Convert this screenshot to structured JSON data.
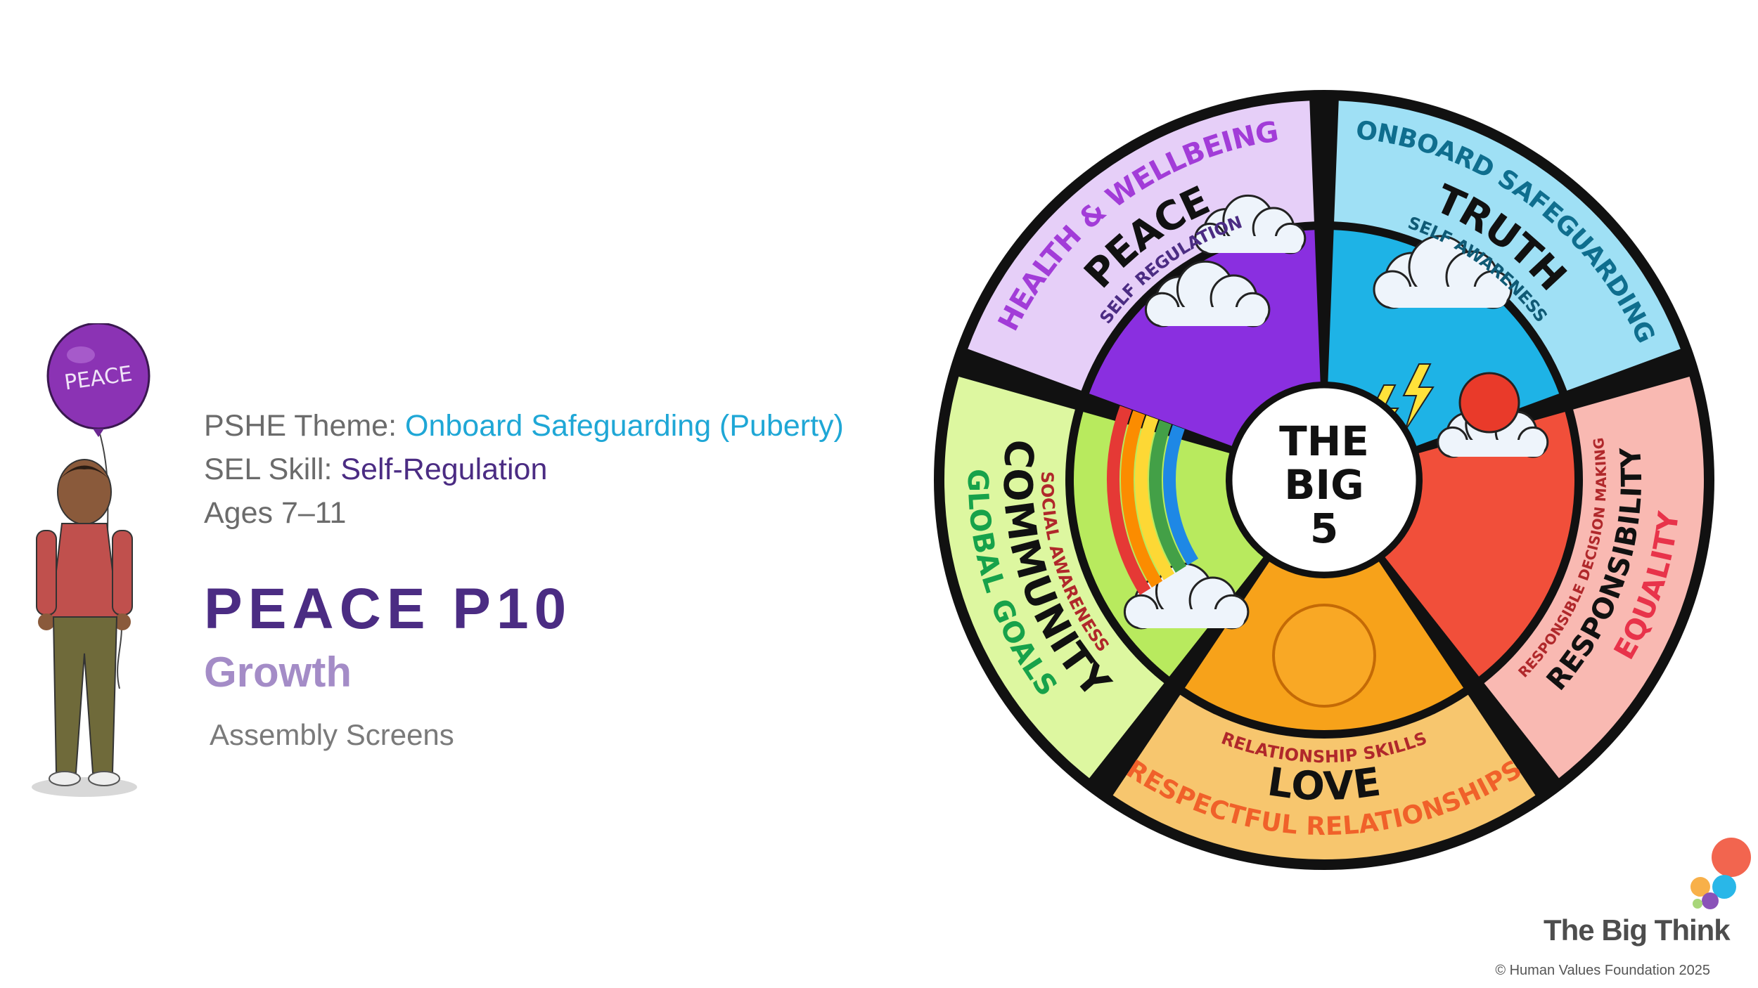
{
  "balloon_text": "PEACE",
  "meta": {
    "theme_label": "PSHE Theme: ",
    "theme_value": "Onboard Safeguarding (Puberty)",
    "skill_label": "SEL Skill: ",
    "skill_value": "Self-Regulation",
    "ages": "Ages 7–11"
  },
  "title": "PEACE P10",
  "subtitle": "Growth",
  "assembly": "Assembly Screens",
  "wheel": {
    "center": [
      "THE",
      "BIG",
      "5"
    ],
    "segments": [
      {
        "value": "PEACE",
        "theme": "HEALTH & WELLBEING",
        "skill": "SELF REGULATION",
        "color": "#e6cff8",
        "accent": "#a23cd8"
      },
      {
        "value": "TRUTH",
        "theme": "ONBOARD SAFEGUARDING",
        "skill": "SELF AWARENESS",
        "color": "#9fe0f5",
        "accent": "#0f6e8e"
      },
      {
        "value": "RESPONSIBILITY",
        "theme": "EQUALITY",
        "skill": "RESPONSIBLE DECISION MAKING",
        "color": "#f9b9b2",
        "accent": "#e8334a"
      },
      {
        "value": "LOVE",
        "theme": "RESPECTFUL RELATIONSHIPS",
        "skill": "RELATIONSHIP SKILLS",
        "color": "#f7c66e",
        "accent": "#f0612a"
      },
      {
        "value": "COMMUNITY",
        "theme": "GLOBAL GOALS",
        "skill": "SOCIAL AWARENESS",
        "color": "#ddf7a0",
        "accent": "#17a24a"
      }
    ]
  },
  "brand": {
    "name": "The Big Think",
    "copyright": "© Human Values Foundation 2025",
    "dot_colors": [
      "#f2654f",
      "#29b7e8",
      "#f8b049",
      "#8a52b8",
      "#a8d67a"
    ]
  }
}
